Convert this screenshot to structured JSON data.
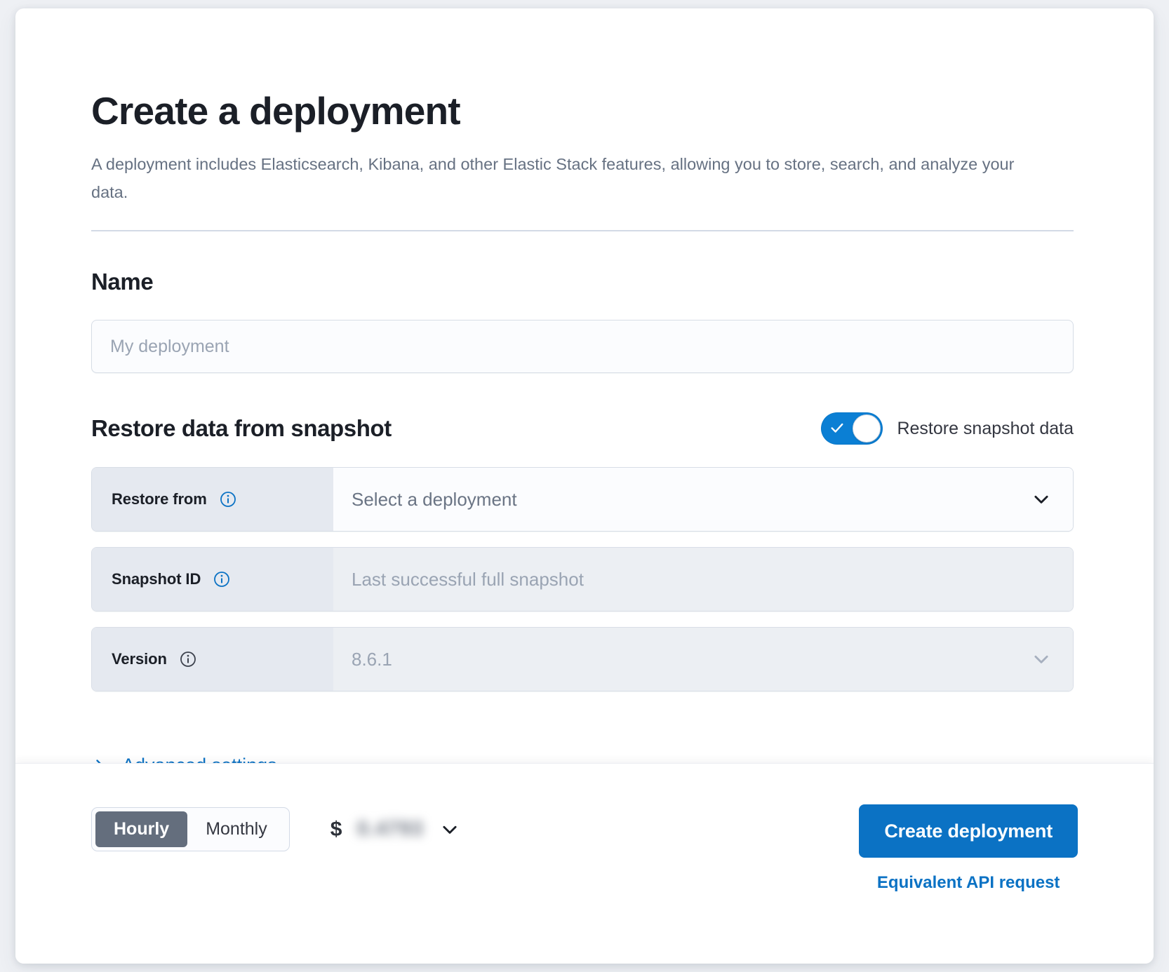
{
  "page": {
    "title": "Create a deployment",
    "subtitle": "A deployment includes Elasticsearch, Kibana, and other Elastic Stack features, allowing you to store, search, and analyze your data."
  },
  "colors": {
    "accent": "#0b72c4",
    "toggle_on": "#0b7fd4",
    "segment_active": "#646e7d",
    "text_primary": "#1b1f27",
    "text_muted": "#667182",
    "placeholder": "#9aa4b3",
    "field_disabled_bg": "#eceff3",
    "prepend_bg": "#e5e9f0",
    "divider": "#d3dae6"
  },
  "name_section": {
    "heading": "Name",
    "input": {
      "value": "",
      "placeholder": "My deployment"
    }
  },
  "restore_section": {
    "heading": "Restore data from snapshot",
    "toggle": {
      "label": "Restore snapshot data",
      "checked": true,
      "icon": "check-icon"
    },
    "rows": [
      {
        "label": "Restore from",
        "info_icon": "info-circle-icon",
        "value": "Select a deployment",
        "is_placeholder": true,
        "disabled": false,
        "has_chevron": true,
        "chevron_icon": "chevron-down-icon"
      },
      {
        "label": "Snapshot ID",
        "info_icon": "info-circle-icon",
        "value": "Last successful full snapshot",
        "is_placeholder": true,
        "disabled": true,
        "has_chevron": false,
        "chevron_icon": ""
      },
      {
        "label": "Version",
        "info_icon": "info-circle-icon",
        "value": "8.6.1",
        "is_placeholder": true,
        "disabled": true,
        "has_chevron": true,
        "chevron_icon": "chevron-down-icon"
      }
    ],
    "advanced": {
      "label": "Advanced settings",
      "icon": "chevron-right-icon",
      "expanded": false
    }
  },
  "footer": {
    "billing_toggle": {
      "options": [
        "Hourly",
        "Monthly"
      ],
      "selected": "Hourly"
    },
    "price": {
      "currency_symbol": "$",
      "amount": "0.4793",
      "redacted": true,
      "chevron_icon": "chevron-down-icon"
    },
    "create_button": "Create deployment",
    "api_link": "Equivalent API request"
  }
}
